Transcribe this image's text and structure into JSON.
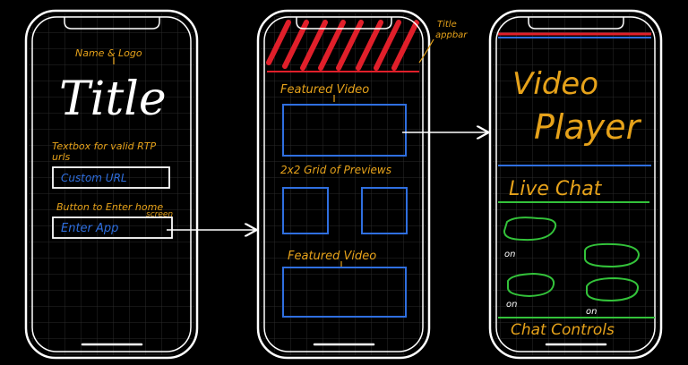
{
  "phone1": {
    "annotation_name_logo": "Name & Logo",
    "title_text": "Title",
    "annotation_textbox_line1": "Textbox for valid RTP",
    "annotation_textbox_line2": "urls",
    "textbox_placeholder": "Custom URL",
    "annotation_button_line1": "Button to Enter home",
    "annotation_button_line2": "screen",
    "button_label": "Enter App"
  },
  "phone2": {
    "annotation_title_line1": "Title",
    "annotation_title_line2": "appbar",
    "featured_video_1": "Featured Video",
    "grid_label": "2x2 Grid of Previews",
    "featured_video_2": "Featured Video"
  },
  "phone3": {
    "video_player_line1": "Video",
    "video_player_line2": "Player",
    "live_chat": "Live Chat",
    "chat_meta_1": "on",
    "chat_meta_2": "on",
    "chat_meta_3": "on",
    "chat_controls": "Chat Controls"
  },
  "colors": {
    "background": "#000000",
    "outline": "#ffffff",
    "annotation": "#e6a21a",
    "wireframe_blue": "#2f6fe0",
    "appbar_red": "#e01f2a",
    "chat_green": "#33c23a",
    "grid": "#2a2a2a"
  }
}
